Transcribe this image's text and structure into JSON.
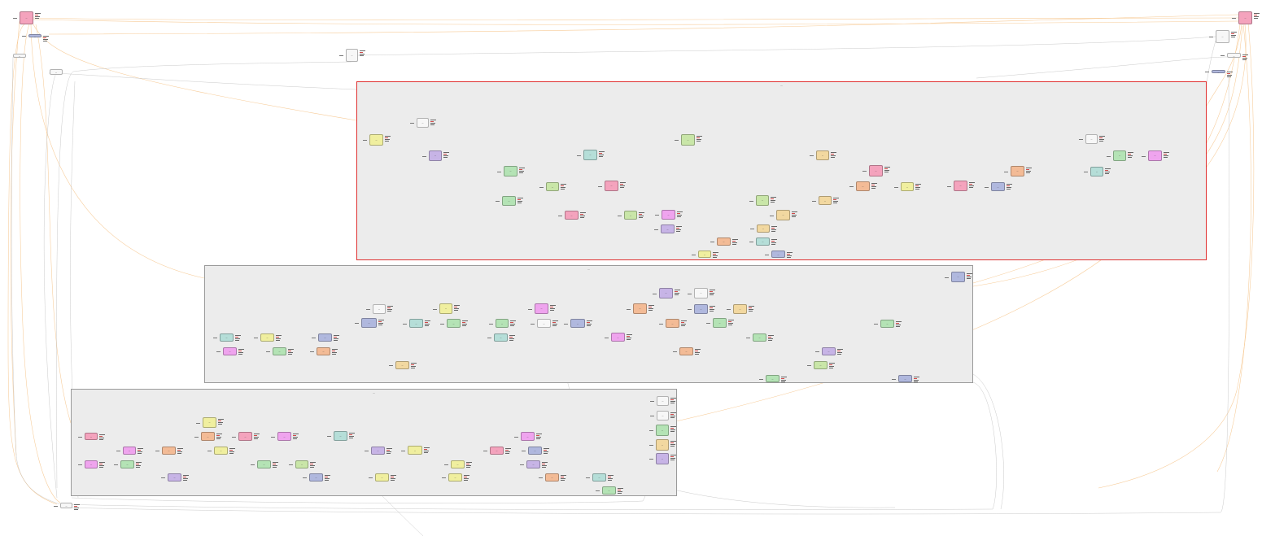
{
  "diagram": {
    "clusters": [
      {
        "id": "top",
        "label": "—"
      },
      {
        "id": "middle",
        "label": "—"
      },
      {
        "id": "bottom",
        "label": "—"
      }
    ],
    "colors": {
      "pink": "#f4a3bd",
      "yellow": "#f0ef9f",
      "green": "#b4e3b5",
      "lime": "#c9e6a8",
      "teal": "#b5ded8",
      "blue": "#b0b8de",
      "purple": "#c7b4e6",
      "orange": "#f3bb96",
      "tan": "#f2d8a0",
      "magenta": "#efa4ee",
      "white": "#f7f7f7",
      "edge_orange": "#f6c58c",
      "edge_gray": "#b8b8b8",
      "selected_border": "#e03030"
    },
    "node_label": "—",
    "port_label": "—"
  }
}
